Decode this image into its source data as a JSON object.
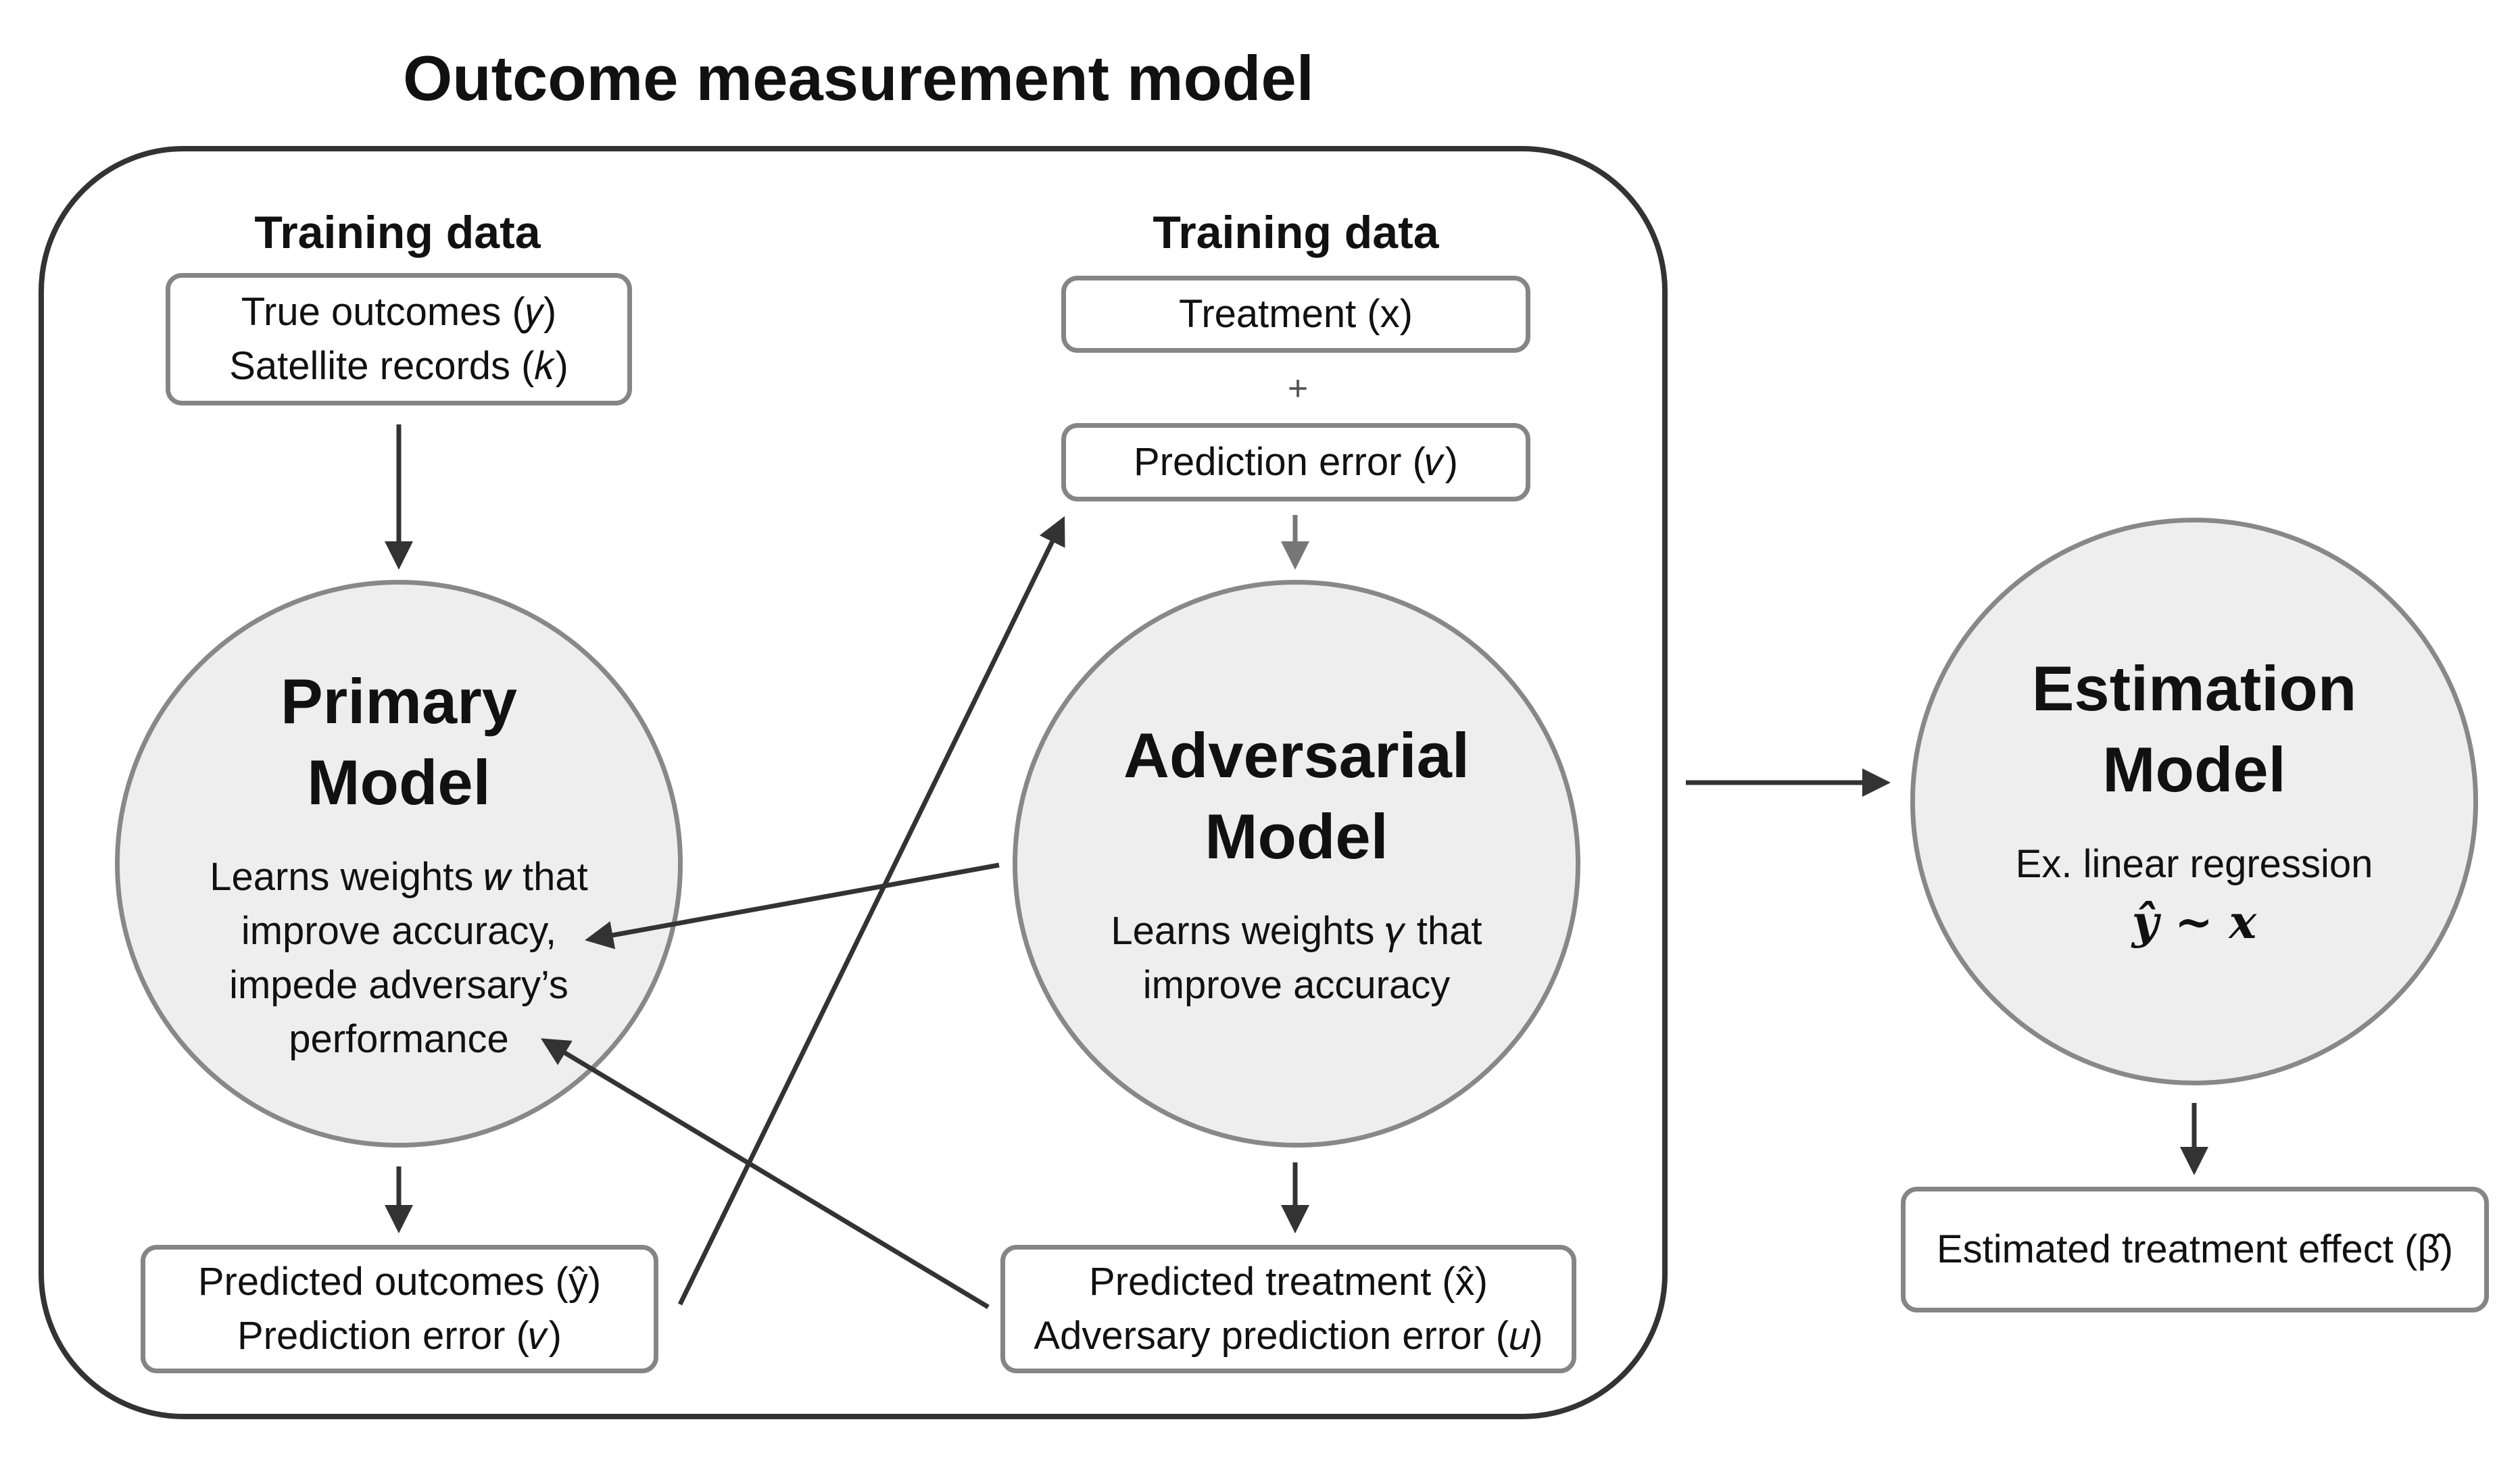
{
  "title": "Outcome measurement model",
  "left_section": {
    "label": "Training data",
    "input_line1": "True outcomes (𝑦)",
    "input_line2": "Satellite records (𝑘)"
  },
  "right_section": {
    "label": "Training data",
    "treatment": "Treatment (x)",
    "plus": "+",
    "prediction_error": "Prediction error (𝜈)"
  },
  "primary_model": {
    "title_line1": "Primary",
    "title_line2": "Model",
    "desc_line1": "Learns weights 𝑤 that",
    "desc_line2": "improve accuracy,",
    "desc_line3": "impede adversary’s",
    "desc_line4": "performance"
  },
  "adversarial_model": {
    "title_line1": "Adversarial",
    "title_line2": "Model",
    "desc_line1": "Learns weights 𝛾 that",
    "desc_line2": "improve accuracy"
  },
  "estimation_model": {
    "title_line1": "Estimation",
    "title_line2": "Model",
    "desc_line1": "Ex. linear regression",
    "formula": "ŷ ~ x"
  },
  "primary_output": {
    "line1": "Predicted outcomes (ŷ)",
    "line2": "Prediction error (𝜈)"
  },
  "adversary_output": {
    "line1": "Predicted treatment (x̂)",
    "line2": "Adversary prediction error (𝑢)"
  },
  "estimation_output": {
    "line1": "Estimated treatment effect (β̂)"
  },
  "colors": {
    "circle_fill": "#eeeeee",
    "circle_border": "#888888",
    "box_border": "#858585",
    "arrow": "#333333",
    "container_border": "#333333"
  }
}
